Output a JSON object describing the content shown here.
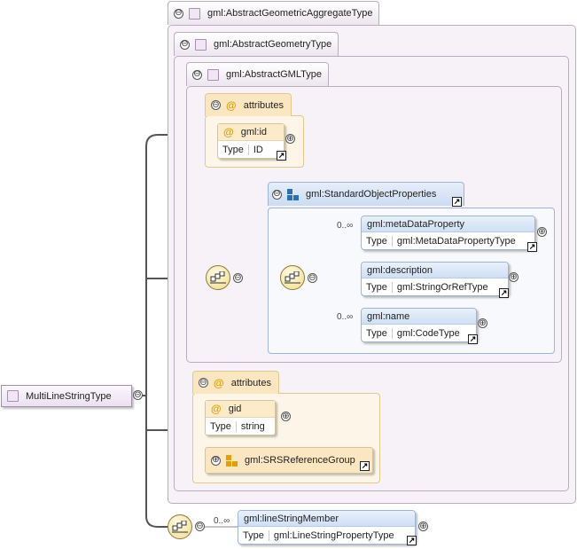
{
  "types": {
    "aggregate": "gml:AbstractGeometricAggregateType",
    "geometry": "gml:AbstractGeometryType",
    "gml": "gml:AbstractGMLType"
  },
  "attributes_label": "attributes",
  "gml_id": {
    "name": "gml:id",
    "type_key": "Type",
    "type_value": "ID"
  },
  "standard_group": "gml:StandardObjectProperties",
  "elements": [
    {
      "name": "gml:metaDataProperty",
      "type_key": "Type",
      "type_value": "gml:MetaDataPropertyType",
      "cardinality": "0..∞"
    },
    {
      "name": "gml:description",
      "type_key": "Type",
      "type_value": "gml:StringOrRefType",
      "cardinality": ""
    },
    {
      "name": "gml:name",
      "type_key": "Type",
      "type_value": "gml:CodeType",
      "cardinality": "0..∞"
    }
  ],
  "gid": {
    "name": "gid",
    "type_key": "Type",
    "type_value": "string"
  },
  "srs_group": "gml:SRSReferenceGroup",
  "root": "MultiLineStringType",
  "line_string_member": {
    "name": "gml:lineStringMember",
    "type_key": "Type",
    "type_value": "gml:LineStringPropertyType",
    "cardinality": "0..∞"
  },
  "icons": {
    "collapse": "⊖",
    "expand": "⊕",
    "attribute_at": "@",
    "ref_arrow": "↗"
  },
  "colors": {
    "complex_type": "#f6f2f8",
    "attributes": "#fdf6e8",
    "element_header": "#cfdff4",
    "sequence": "#f0dc86"
  }
}
